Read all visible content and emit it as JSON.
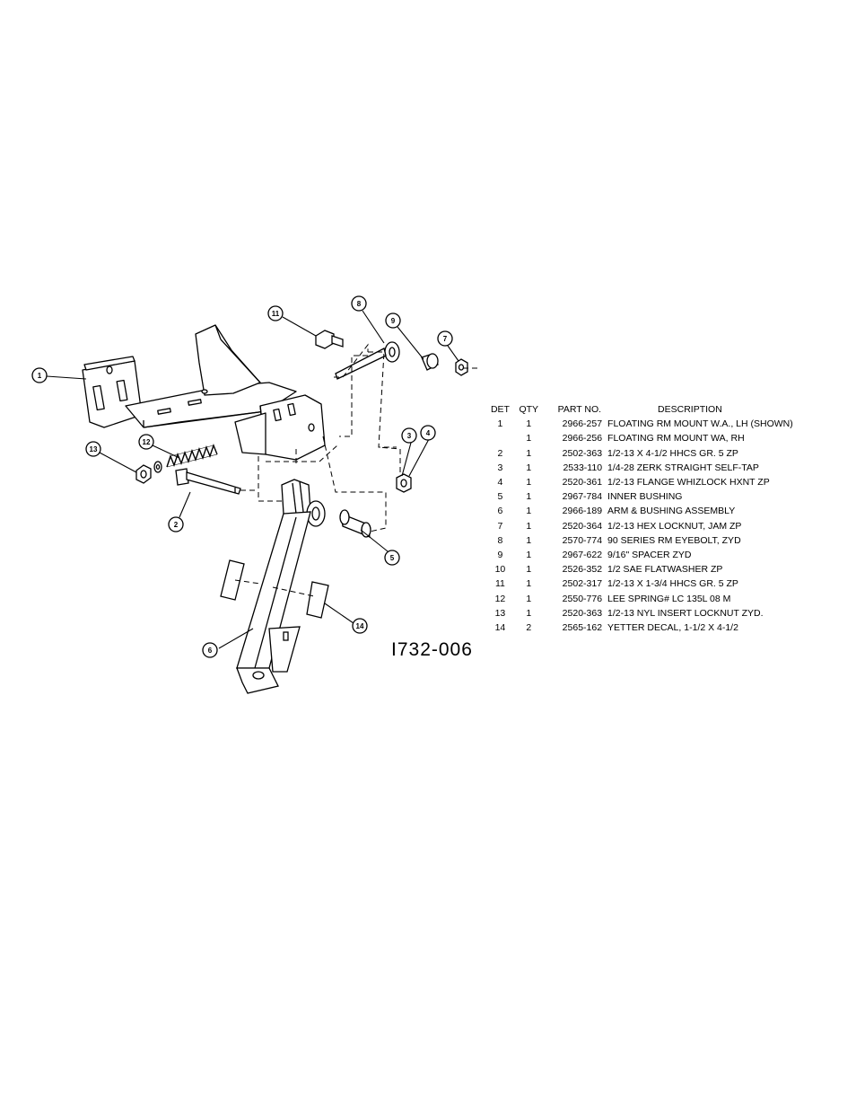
{
  "drawing": {
    "drawing_number": "I732-006"
  },
  "callouts": [
    "1",
    "2",
    "3",
    "4",
    "5",
    "6",
    "7",
    "8",
    "9",
    "11",
    "12",
    "13",
    "14"
  ],
  "parts_table": {
    "headers": {
      "det": "DET",
      "qty": "QTY",
      "part_no": "PART NO.",
      "description": "DESCRIPTION"
    },
    "rows": [
      {
        "det": "1",
        "qty": "1",
        "part_no": "2966-257",
        "description": "FLOATING RM MOUNT W.A., LH   (SHOWN)"
      },
      {
        "det": "",
        "qty": "1",
        "part_no": "2966-256",
        "description": "FLOATING RM MOUNT WA, RH"
      },
      {
        "det": "2",
        "qty": "1",
        "part_no": "2502-363",
        "description": "1/2-13 X 4-1/2 HHCS GR. 5 ZP"
      },
      {
        "det": "3",
        "qty": "1",
        "part_no": "2533-110",
        "description": "1/4-28 ZERK STRAIGHT SELF-TAP"
      },
      {
        "det": "4",
        "qty": "1",
        "part_no": "2520-361",
        "description": "1/2-13 FLANGE WHIZLOCK HXNT ZP"
      },
      {
        "det": "5",
        "qty": "1",
        "part_no": "2967-784",
        "description": "INNER BUSHING"
      },
      {
        "det": "6",
        "qty": "1",
        "part_no": "2966-189",
        "description": "ARM & BUSHING ASSEMBLY"
      },
      {
        "det": "7",
        "qty": "1",
        "part_no": "2520-364",
        "description": "1/2-13 HEX LOCKNUT, JAM ZP"
      },
      {
        "det": "8",
        "qty": "1",
        "part_no": "2570-774",
        "description": "90 SERIES RM EYEBOLT, ZYD"
      },
      {
        "det": "9",
        "qty": "1",
        "part_no": "2967-622",
        "description": "9/16\" SPACER ZYD"
      },
      {
        "det": "10",
        "qty": "1",
        "part_no": "2526-352",
        "description": "1/2 SAE FLATWASHER   ZP"
      },
      {
        "det": "11",
        "qty": "1",
        "part_no": "2502-317",
        "description": "1/2-13 X 1-3/4 HHCS GR. 5 ZP"
      },
      {
        "det": "12",
        "qty": "1",
        "part_no": "2550-776",
        "description": "LEE SPRING# LC 135L 08 M"
      },
      {
        "det": "13",
        "qty": "1",
        "part_no": "2520-363",
        "description": "1/2-13 NYL INSERT LOCKNUT ZYD."
      },
      {
        "det": "14",
        "qty": "2",
        "part_no": "2565-162",
        "description": "YETTER DECAL, 1-1/2 X 4-1/2"
      }
    ]
  }
}
